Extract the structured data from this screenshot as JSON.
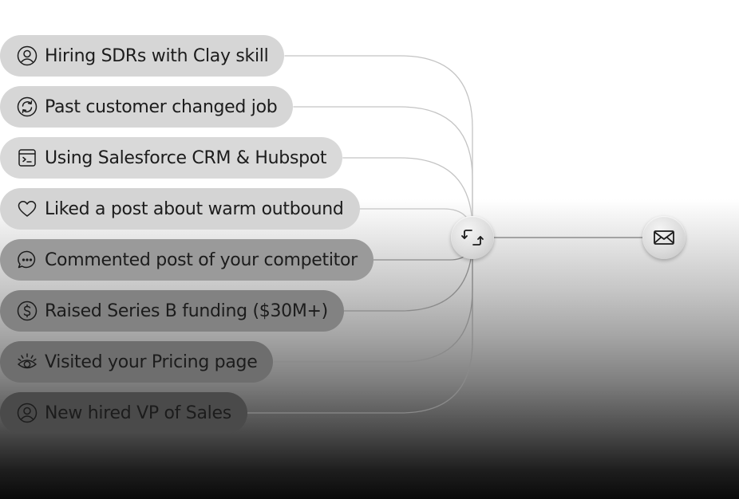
{
  "signals": [
    {
      "label": "Hiring SDRs with Clay skill",
      "icon": "user-icon",
      "bg": "#d6d6d6"
    },
    {
      "label": "Past customer changed job",
      "icon": "refresh-icon",
      "bg": "#d6d6d6"
    },
    {
      "label": "Using Salesforce CRM & Hubspot",
      "icon": "terminal-icon",
      "bg": "#d9d9d9"
    },
    {
      "label": "Liked a post about warm outbound",
      "icon": "heart-icon",
      "bg": "#d4d4d4"
    },
    {
      "label": "Commented post of your competitor",
      "icon": "chat-icon",
      "bg": "#9a9a9a"
    },
    {
      "label": "Raised Series B funding ($30M+)",
      "icon": "dollar-icon",
      "bg": "#828282"
    },
    {
      "label": "Visited your Pricing page",
      "icon": "eye-icon",
      "bg": "#6e6e6e"
    },
    {
      "label": "New hired VP of Sales",
      "icon": "user-icon",
      "bg": "#4a4a4a"
    }
  ],
  "hub": {
    "icon": "sync-arrows-icon"
  },
  "target": {
    "icon": "mail-icon"
  },
  "colors": {
    "connector_light": "#c4c4c4",
    "connector_dark": "#8a8a8a",
    "icon_stroke": "#1c1c1c"
  }
}
